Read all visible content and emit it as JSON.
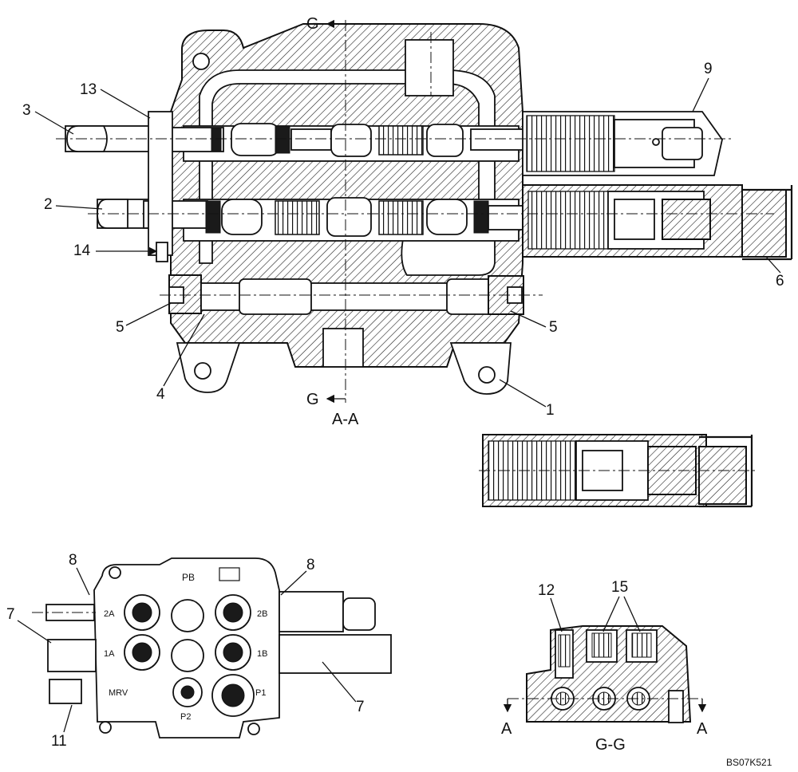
{
  "drawing_code": "BS07K521",
  "section_labels": {
    "main": "A-A",
    "gg": "G-G",
    "cut_g_top": "G",
    "cut_g_bottom": "G",
    "cut_a_left": "A",
    "cut_a_right": "A"
  },
  "callouts": {
    "c1": "1",
    "c2": "2",
    "c3": "3",
    "c4": "4",
    "c5_left": "5",
    "c5_right": "5",
    "c6": "6",
    "c7_left": "7",
    "c7_right": "7",
    "c8_left": "8",
    "c8_right": "8",
    "c9": "9",
    "c11": "11",
    "c12": "12",
    "c13": "13",
    "c14": "14",
    "c15": "15"
  },
  "port_labels": {
    "pb": "PB",
    "p2a": "2A",
    "p2b": "2B",
    "p1a": "1A",
    "p1b": "1B",
    "mrv": "MRV",
    "p1": "P1",
    "p2": "P2"
  }
}
